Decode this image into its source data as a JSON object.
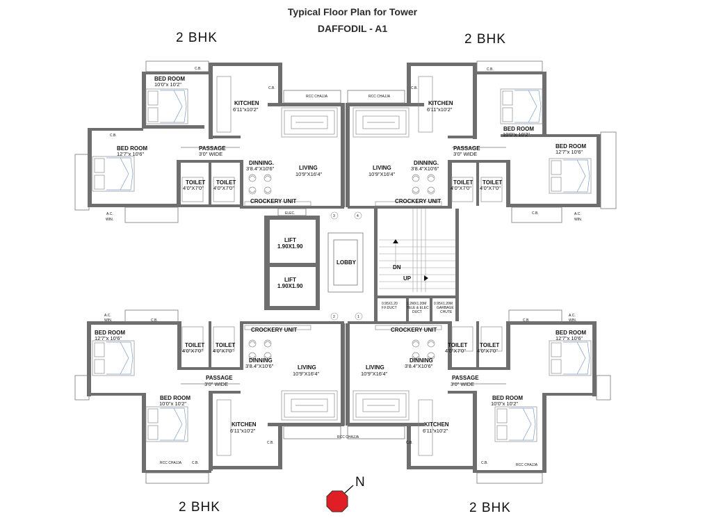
{
  "header": {
    "title": "Typical Floor Plan for Tower",
    "subtitle": "DAFFODIL - A1"
  },
  "units": [
    {
      "id": "top-left",
      "label": "2 BHK"
    },
    {
      "id": "top-right",
      "label": "2 BHK"
    },
    {
      "id": "bottom-left",
      "label": "2 BHK"
    },
    {
      "id": "bottom-right",
      "label": "2 BHK"
    }
  ],
  "rooms": {
    "bedroom": "BED ROOM",
    "bedroom_small_dim": "10'0\"x 10'2\"",
    "bedroom_small_dim_alt": "10'0\"x 10'2\"",
    "bedroom_large_dim": "12'7\"x 10'6\"",
    "kitchen": "KITCHEN",
    "kitchen_dim": "6'11\"x10'2\"",
    "passage": "PASSAGE",
    "passage_dim": "3'0\" WIDE",
    "dinning_top": "DINNING.",
    "dinning": "DINNING",
    "dinning_dim": "3'8.4\"X10'6\"",
    "living": "LIVING",
    "living_dim": "10'9\"X16'4\"",
    "toilet": "TOILET",
    "toilet_dim": "4'0\"X7'0\"",
    "crockery": "CROCKERY UNIT",
    "cb": "C.B.",
    "ac": "A.C.",
    "win": "WIN.",
    "rcc": "RCC CHAJJA"
  },
  "core": {
    "elec": "ELEC.",
    "lift": "LIFT",
    "lift_dim": "1.90X1.90",
    "lobby": "LOBBY",
    "dn": "DN",
    "up": "UP",
    "duct1_dim": "0.95X1.20",
    "duct1_name": "F.F.DUCT",
    "duct2_dim": "1.2MX1.20M",
    "duct2_name": "TELE & ELEC",
    "duct2_sub": "DUCT",
    "duct3_dim": "0.95X1.20M",
    "duct3_name": "GARBAGE",
    "duct3_sub": "CHUTE",
    "grid": [
      "3",
      "4",
      "2",
      "1"
    ]
  },
  "compass": {
    "label": "N",
    "color": "#e01e25"
  }
}
